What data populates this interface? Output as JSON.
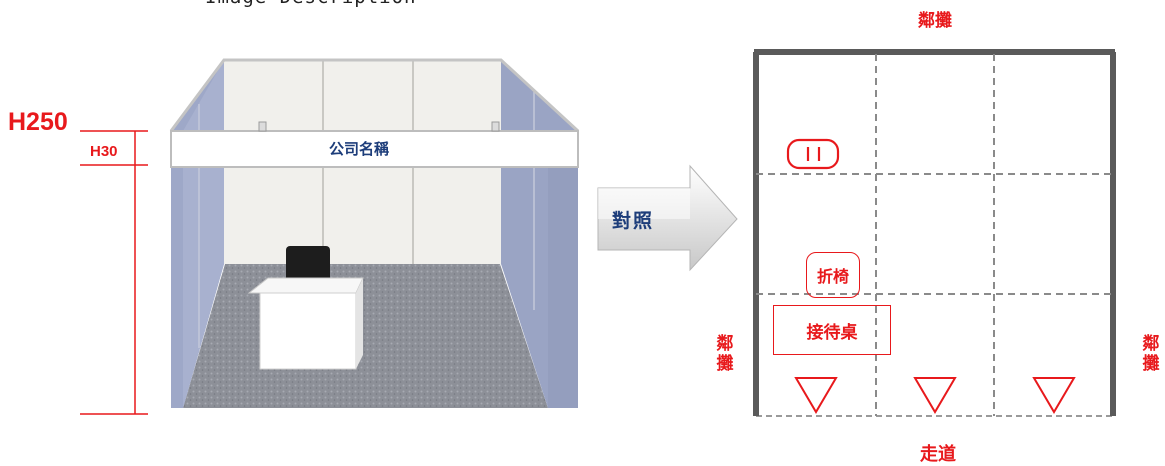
{
  "header": {
    "text": "Image Description"
  },
  "dimensions": {
    "total_height": "H250",
    "fascia_height": "H30"
  },
  "booth": {
    "company_name": "公司名稱"
  },
  "arrow": {
    "label": "對照"
  },
  "plan": {
    "neighbor_top": "鄰攤",
    "neighbor_left": "鄰攤",
    "neighbor_right": "鄰攤",
    "aisle": "走道",
    "chair": "折椅",
    "desk": "接待桌"
  },
  "colors": {
    "accent": "#e8191c",
    "navy": "#1d3d7a",
    "wall": "#9ea8c8",
    "panel": "#f1f0ec"
  },
  "icons": [
    "power-outlet-icon",
    "spotlight-icon"
  ]
}
